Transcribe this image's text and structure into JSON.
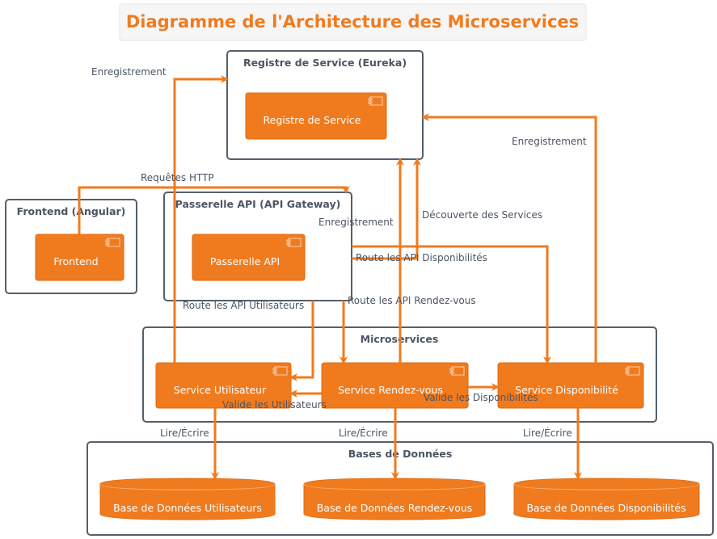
{
  "title": "Diagramme de l'Architecture des Microservices",
  "packages": {
    "registry": "Registre de Service (Eureka)",
    "frontend": "Frontend (Angular)",
    "gateway": "Passerelle API (API Gateway)",
    "microservices": "Microservices",
    "databases": "Bases de Données"
  },
  "components": {
    "registry": "Registre de Service",
    "frontend": "Frontend",
    "gateway": "Passerelle API",
    "users": "Service Utilisateur",
    "appointments": "Service Rendez-vous",
    "availability": "Service Disponibilité"
  },
  "databases": {
    "users": "Base de Données Utilisateurs",
    "appointments": "Base de Données Rendez-vous",
    "availability": "Base de Données Disponibilités"
  },
  "edges": {
    "register_users": "Enregistrement",
    "register_availability": "Enregistrement",
    "register_appointments": "Enregistrement",
    "discovery": "Découverte des Services",
    "http_requests": "Requêtes HTTP",
    "route_users": "Route les API Utilisateurs",
    "route_appointments": "Route les API Rendez-vous",
    "route_availability": "Route les API Disponibilités",
    "validate_users": "Valide les Utilisateurs",
    "validate_availability": "Valide les Disponibilités",
    "rw_users": "Lire/Écrire",
    "rw_appointments": "Lire/Écrire",
    "rw_availability": "Lire/Écrire"
  },
  "colors": {
    "accent": "#f07b1e",
    "frame": "#555f6b",
    "text": "#4b5564"
  }
}
